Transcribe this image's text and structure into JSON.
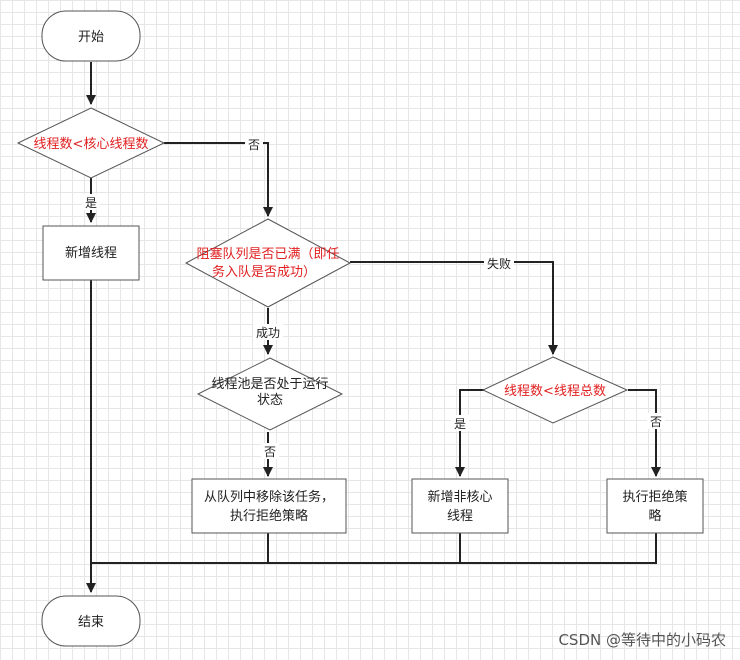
{
  "nodes": {
    "start": "开始",
    "cond_core": "线程数<核心线程数",
    "new_thread": "新增线程",
    "cond_queue_line1": "阻塞队列是否已满（即任",
    "cond_queue_line2": "务入队是否成功）",
    "cond_running_line1": "线程池是否处于运行",
    "cond_running_line2": "状态",
    "remove_task_line1": "从队列中移除该任务，",
    "remove_task_line2": "执行拒绝策略",
    "cond_max": "线程数<线程总数",
    "new_noncore_line1": "新增非核心",
    "new_noncore_line2": "线程",
    "reject_line1": "执行拒绝策",
    "reject_line2": "略",
    "end": "结束"
  },
  "edge_labels": {
    "core_no": "否",
    "core_yes": "是",
    "queue_fail": "失败",
    "queue_success": "成功",
    "running_no": "否",
    "max_yes": "是",
    "max_no": "否"
  },
  "watermark": "CSDN @等待中的小码农",
  "colors": {
    "condition_text": "#e02020",
    "stroke_box": "#555555",
    "stroke_line": "#222222"
  }
}
